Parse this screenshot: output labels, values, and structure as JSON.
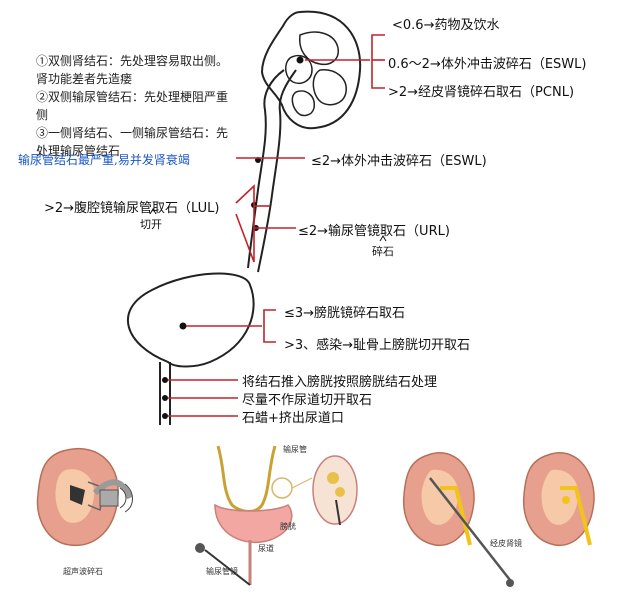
{
  "kidney": {
    "treatments": [
      "<0.6→药物及饮水",
      "0.6～2→体外冲击波碎石（ESWL)",
      ">2→经皮肾镜碎石取石（PCNL)"
    ]
  },
  "notes": {
    "lines": [
      "①双侧肾结石：先处理容易取出侧。肾功能差者先造瘘",
      "②双侧输尿管结石：先处理梗阻严重侧",
      "③一侧肾结石、一侧输尿管结石：先处理输尿管结石"
    ],
    "highlight": "输尿管结石最严重,易并发肾衰竭"
  },
  "ureter": {
    "eswl": "≤2→体外冲击波碎石（ESWL)",
    "lul": ">2→腹腔镜输尿管取石（LUL)",
    "lul_note": "切开",
    "url": "≤2→输尿管镜取石（URL)",
    "url_note": "碎石"
  },
  "bladder": {
    "small": "≤3→膀胱镜碎石取石",
    "large": ">3、感染→耻骨上膀胱切开取石"
  },
  "urethra": {
    "lines": [
      "将结石推入膀胱按照膀胱结石处理",
      "尽量不作尿道切开取石",
      "石蜡+挤出尿道口"
    ]
  },
  "illustrations": {
    "eswl_caption": "超声波碎石",
    "ureter_label": "输尿管",
    "bladder_label": "膀胱",
    "urethra_label": "尿道",
    "ureteroscope_label": "输尿管镜",
    "nephroscope_label": "经皮肾镜"
  },
  "colors": {
    "bracket": "#c0242b",
    "highlight": "#1a57c9",
    "kidney_cortex": "#e8a08e",
    "kidney_medulla": "#f6c9a8",
    "stone": "#f0c419"
  }
}
